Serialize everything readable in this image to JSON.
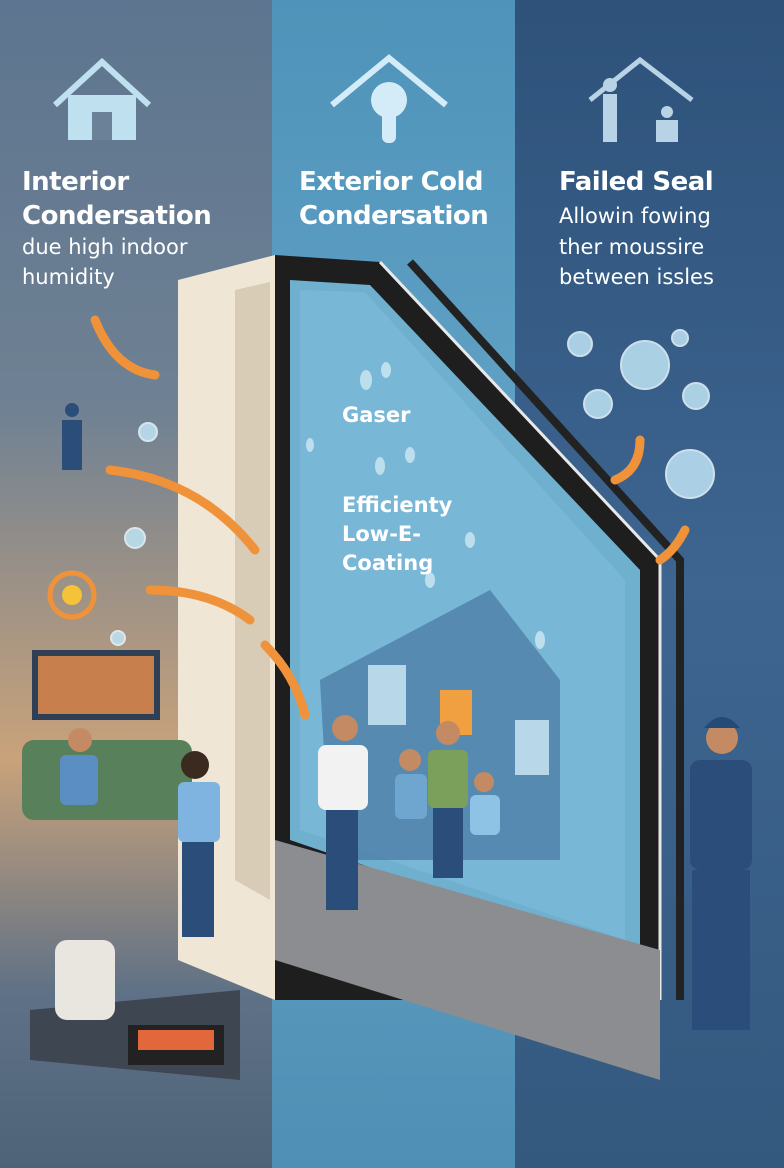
{
  "panels": [
    {
      "title_line1": "Interior",
      "title_line2": "Condersation",
      "sub_line1": "due high indoor",
      "sub_line2": "humidity",
      "icon": "house-icon"
    },
    {
      "title_line1": "Exterior Cold",
      "title_line2": "Condersation",
      "icon": "house-icon"
    },
    {
      "title_line1": "Failed Seal",
      "sub_line1": "Allowin fowing",
      "sub_line2": "ther moussire",
      "sub_line3": "between issles",
      "icon": "house-workers-icon"
    }
  ],
  "glass_labels": {
    "gas": "Gaser",
    "coating_line1": "Efficienty",
    "coating_line2": "Low-E-",
    "coating_line3": "Coating"
  },
  "colors": {
    "interior": "#6f8193",
    "exterior": "#5aa0c4",
    "seal": "#34597f",
    "arrow": "#f0923a"
  }
}
